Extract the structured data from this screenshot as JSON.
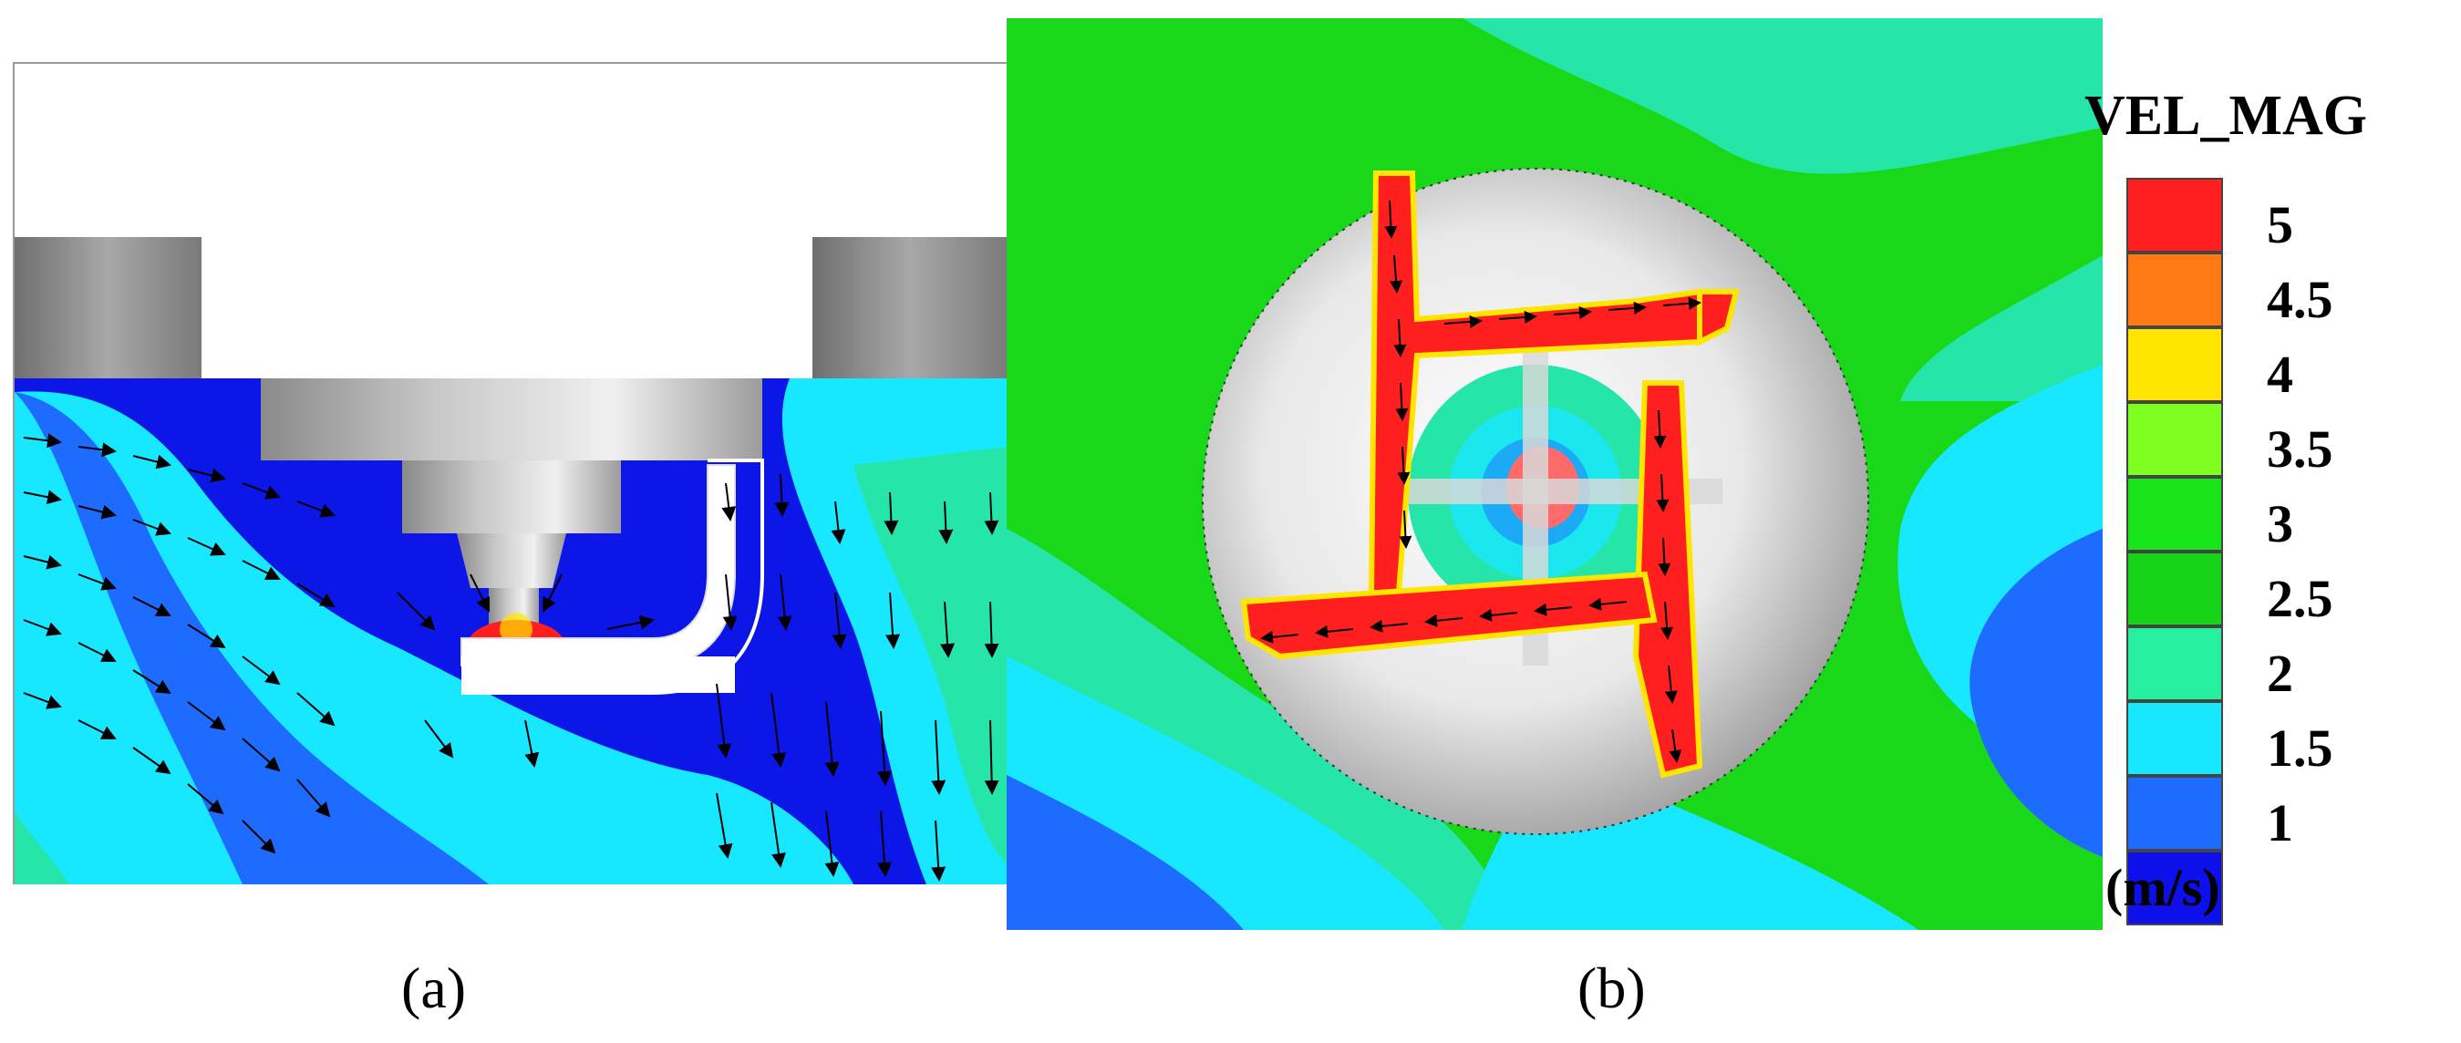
{
  "figure": {
    "panel_a": {
      "caption": "(a)"
    },
    "panel_b": {
      "caption": "(b)"
    }
  },
  "legend": {
    "title": "VEL_MAG",
    "unit": "(m/s)",
    "levels": [
      {
        "label": "5",
        "color": "#ff1f1f"
      },
      {
        "label": "4.5",
        "color": "#ff7a12"
      },
      {
        "label": "4",
        "color": "#ffe600"
      },
      {
        "label": "3.5",
        "color": "#7dff20"
      },
      {
        "label": "3",
        "color": "#19e61a"
      },
      {
        "label": "2.5",
        "color": "#18d418"
      },
      {
        "label": "2",
        "color": "#25f0a0"
      },
      {
        "label": "1.5",
        "color": "#18e8ff"
      },
      {
        "label": "1",
        "color": "#1e6bff"
      },
      {
        "label": "",
        "color": "#0d10e8"
      }
    ]
  },
  "colors": {
    "fluid_low": "#0c16e6",
    "fluid_mid": "#18e8ff",
    "fluid_green": "#18d418",
    "fluid_teal": "#25e6a8",
    "solid_gray": "#d8d8d8",
    "hot": "#ff1f1f"
  }
}
